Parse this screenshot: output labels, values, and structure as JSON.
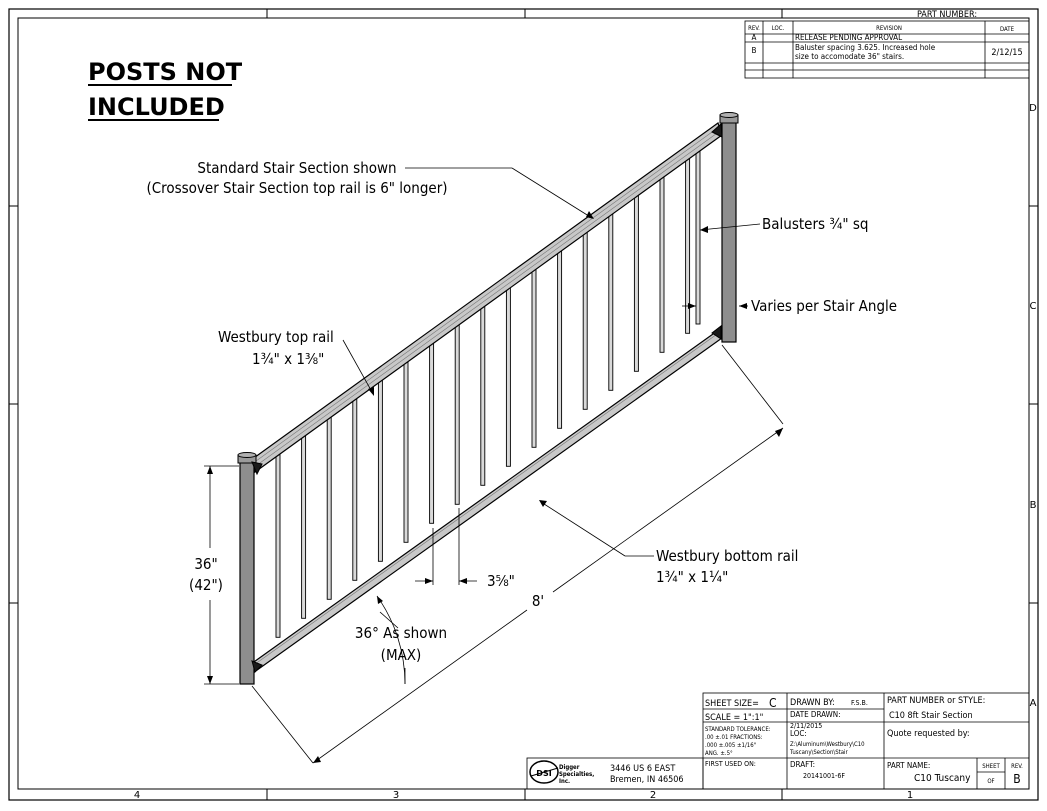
{
  "frame": {
    "col_numbers": [
      "4",
      "3",
      "2",
      "1"
    ],
    "row_letters": [
      "D",
      "C",
      "B",
      "A"
    ]
  },
  "title_note": {
    "line1": "POSTS NOT",
    "line2": "INCLUDED"
  },
  "revision_block": {
    "part_number_label": "PART NUMBER:",
    "headers": {
      "rev": "REV.",
      "loc": "LOC.",
      "revision": "REVISION",
      "date": "DATE"
    },
    "rows": [
      {
        "rev": "A",
        "loc": "",
        "revision": "RELEASE PENDING APPROVAL",
        "revision2": "",
        "date": ""
      },
      {
        "rev": "B",
        "loc": "",
        "revision": "Baluster spacing 3.625. Increased hole",
        "revision2": "size to accomodate 36\" stairs.",
        "date": "2/12/15"
      }
    ]
  },
  "annotations": {
    "section_line1": "Standard Stair Section shown",
    "section_line2": "(Crossover Stair Section top rail is 6\" longer)",
    "balusters": "Balusters ¾\" sq",
    "varies": "Varies per Stair Angle",
    "top_rail_name": "Westbury top rail",
    "top_rail_size": "1¾\" x 1⅜\"",
    "height_line1": "36\"",
    "height_line2": "(42\")",
    "spacing": "3⅝\"",
    "length": "8'",
    "bottom_rail_name": "Westbury bottom rail",
    "bottom_rail_size": "1¾\" x 1¼\"",
    "angle_line1": "36° As shown",
    "angle_line2": "(MAX)"
  },
  "title_block": {
    "sheet_size_label": "SHEET SIZE=",
    "sheet_size_value": "C",
    "scale": "SCALE = 1\":1\"",
    "tolerance_title": "STANDARD TOLERANCE:",
    "tol_line1": ".00 ±.01 FRACTIONS:",
    "tol_line2": ".000 ±.005 ±1/16\"",
    "tol_line3": "ANG. ±.5°",
    "drawn_by_label": "DRAWN BY:",
    "drawn_by_value": "F.S.B.",
    "date_drawn_label": "DATE DRAWN:",
    "date_drawn_value": "2/11/2015",
    "loc_label": "LOC:",
    "loc_line1": "Z:\\Aluminum\\Westbury\\C10",
    "loc_line2": "Tuscany\\Section\\Stair",
    "part_style_label": "PART NUMBER or STYLE:",
    "part_style_value": "C10 8ft Stair Section",
    "quote_label": "Quote requested by:",
    "first_used_label": "FIRST USED ON:",
    "draft_label": "DRAFT:",
    "draft_value": "20141001-6F",
    "part_name_label": "PART NAME:",
    "part_name_value": "C10 Tuscany",
    "sheet_label": "SHEET",
    "of_label": "OF",
    "rev_label": "REV.",
    "rev_value": "B",
    "logo_text": "DSI",
    "company_line1": "Digger",
    "company_line2": "Specialties,",
    "company_line3": "Inc.",
    "address_line1": "3446 US 6 EAST",
    "address_line2": "Bremen, IN 46506"
  }
}
